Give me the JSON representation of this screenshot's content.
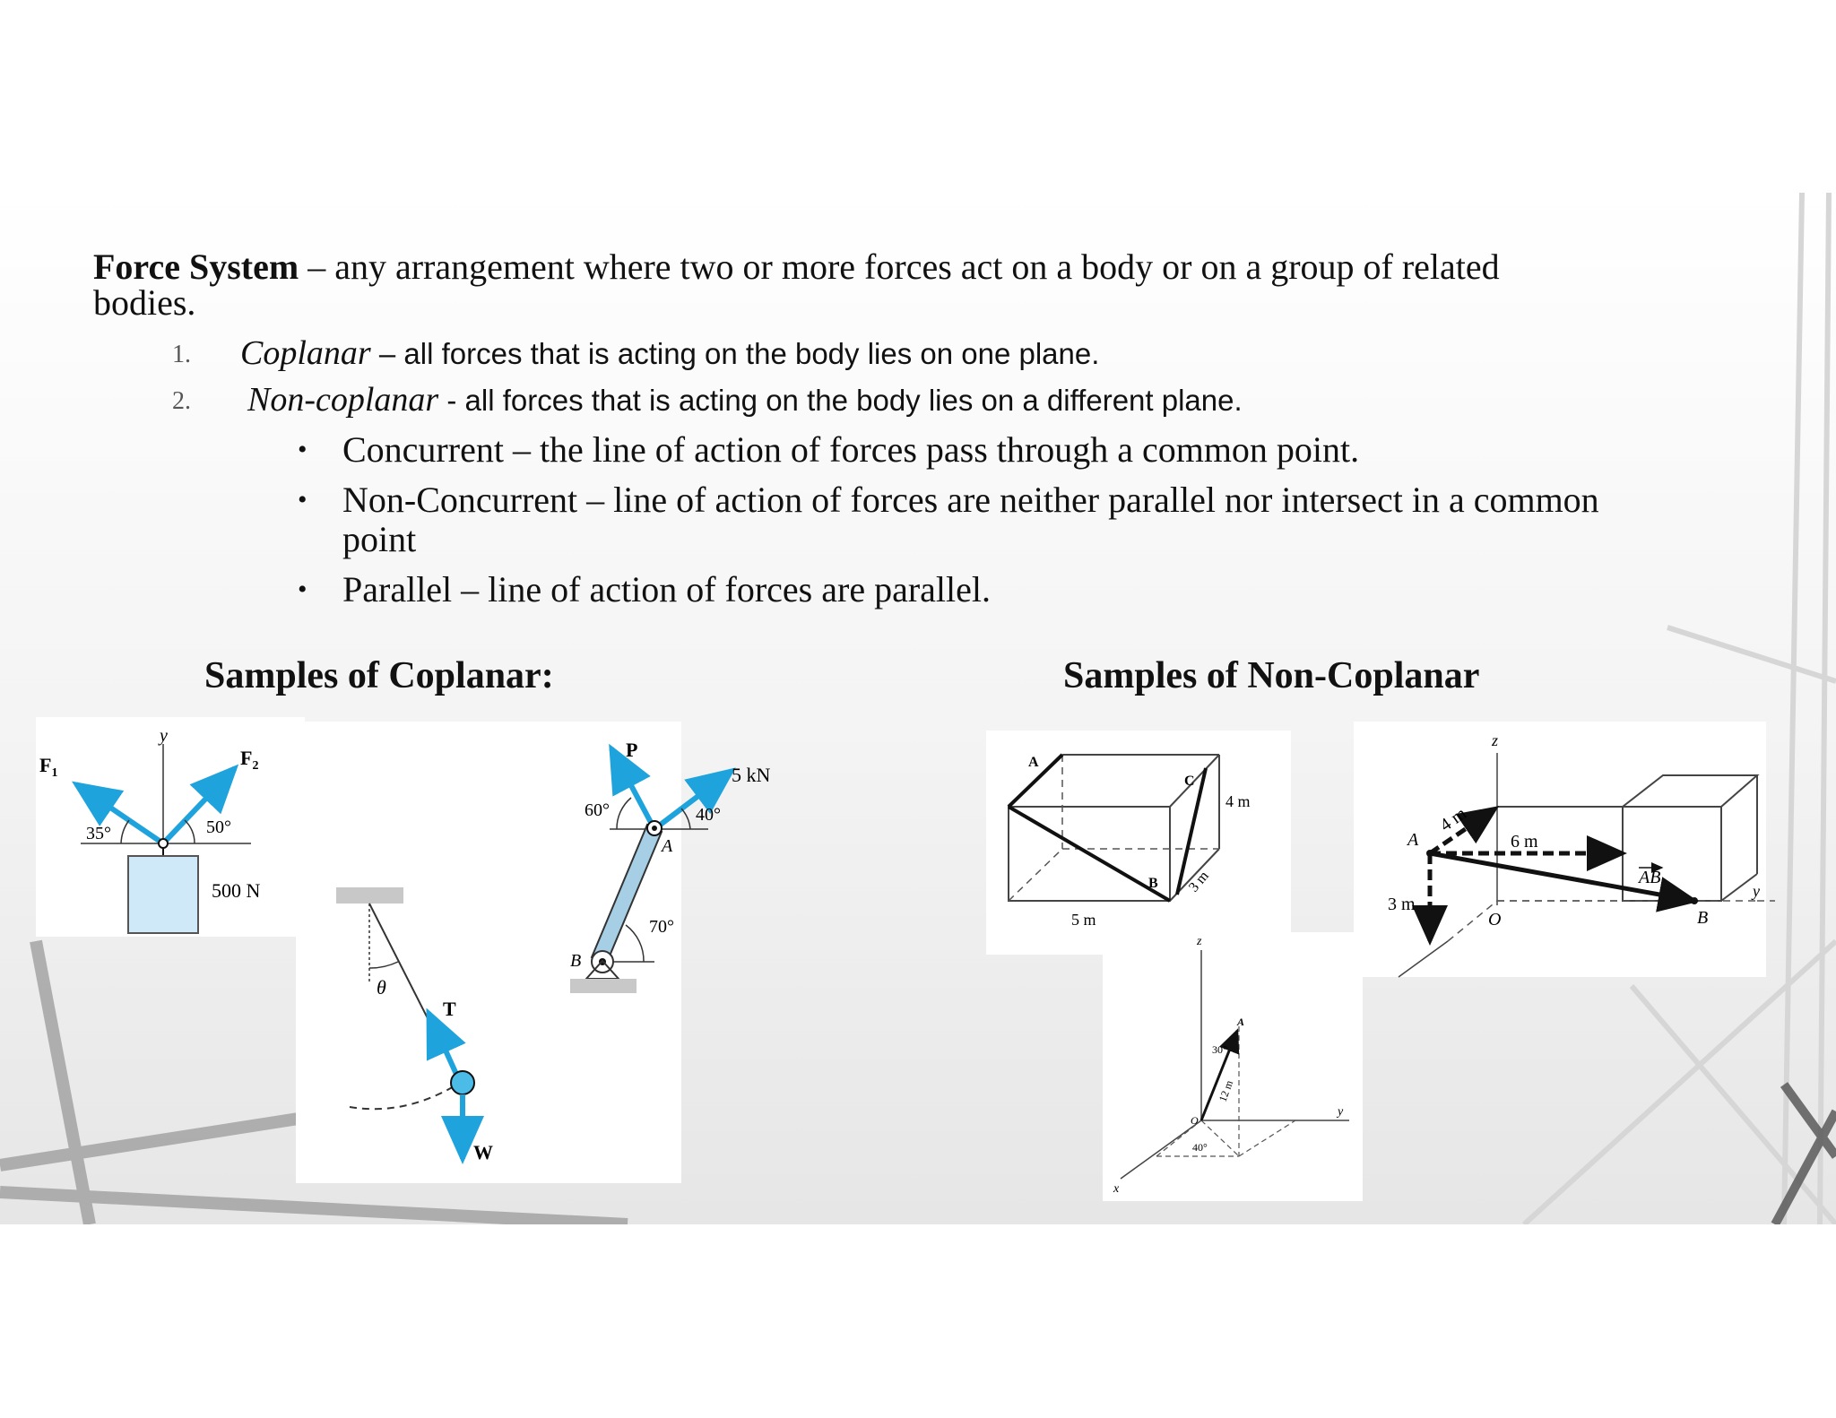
{
  "definition": {
    "term": "Force System",
    "text_line1": " – any arrangement where two or more forces act on a body or on a group of related",
    "text_line2": "bodies."
  },
  "numbered_items": [
    {
      "number": "1.",
      "term": "Coplanar",
      "separator": " – ",
      "description": "all forces that is acting on the body lies on one plane."
    },
    {
      "number": "2.",
      "term": "Non-coplanar",
      "separator": " - ",
      "description": "all forces that is acting on the body lies on a different plane."
    }
  ],
  "bullets": [
    {
      "line1": "Concurrent – the line of action of forces pass through a common point.",
      "line2": ""
    },
    {
      "line1": "Non-Concurrent – line of action of forces are neither parallel nor intersect in a common",
      "line2": "point"
    },
    {
      "line1": "Parallel – line of action of forces are parallel.",
      "line2": ""
    }
  ],
  "headings": {
    "coplanar": "Samples of Coplanar:",
    "non_coplanar": "Samples of Non-Coplanar"
  },
  "fig_block": {
    "f1": "F",
    "f1_sub": "1",
    "f2": "F",
    "f2_sub": "2",
    "y": "y",
    "angle1": "35°",
    "angle2": "50°",
    "weight": "500 N"
  },
  "fig_pendulum": {
    "theta": "θ",
    "t": "T",
    "w": "W"
  },
  "fig_member": {
    "p": "P",
    "load": "5 kN",
    "a60": "60°",
    "a40": "40°",
    "a": "A",
    "a70": "70°",
    "b": "B"
  },
  "fig_box": {
    "a": "A",
    "c": "C",
    "b": "B",
    "h": "4 m",
    "w": "5 m",
    "d": "3 m"
  },
  "fig_box2": {
    "z": "z",
    "a": "A",
    "d4": "4 m",
    "d6": "6 m",
    "d3": "3 m",
    "o": "O",
    "ab": "AB",
    "b": "B",
    "y": "y"
  },
  "fig_axes": {
    "z": "z",
    "a": "A",
    "a30": "30°",
    "len": "12 m",
    "o": "O",
    "a40": "40°",
    "y": "y",
    "x": "x"
  },
  "colors": {
    "force_arrow": "#1ea3dc",
    "block_fill": "#cfe9f8",
    "ground": "#c8c8c8"
  }
}
